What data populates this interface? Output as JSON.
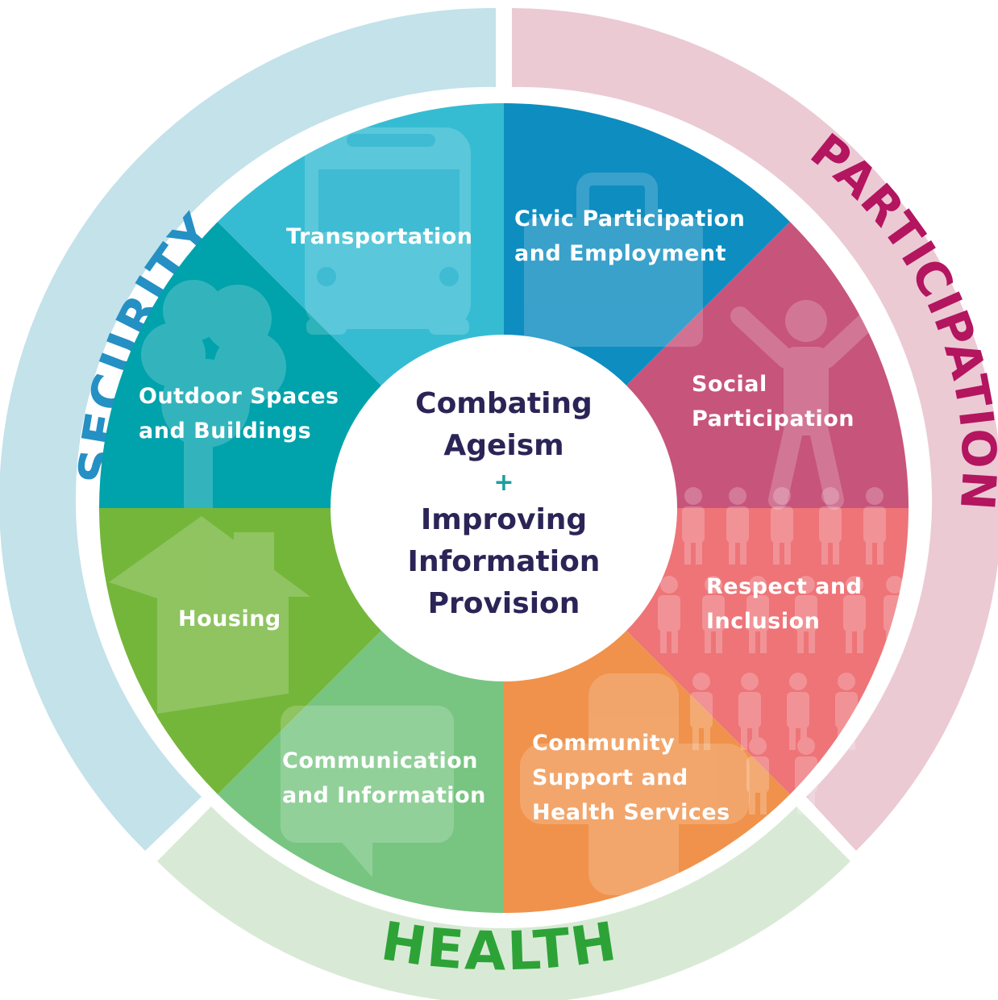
{
  "rings": {
    "security": {
      "label": "SECURITY",
      "color": "#2590c4",
      "band": "#c3e2ea"
    },
    "participation": {
      "label": "PARTICIPATION",
      "color": "#b3155f",
      "band": "#ebcad4"
    },
    "health": {
      "label": "HEALTH",
      "color": "#2da337",
      "band": "#d8ead5"
    }
  },
  "segments": [
    {
      "id": "transportation",
      "lines": [
        "Transportation"
      ],
      "color": "#0e8dc0",
      "icon": "bus-icon"
    },
    {
      "id": "civic",
      "lines": [
        "Civic Participation",
        "and Employment"
      ],
      "color": "#c7547b",
      "icon": "briefcase-icon"
    },
    {
      "id": "social",
      "lines": [
        "Social",
        "Participation"
      ],
      "color": "#ee7478",
      "icon": "person-icon"
    },
    {
      "id": "respect",
      "lines": [
        "Respect and",
        "Inclusion"
      ],
      "color": "#f0924b",
      "icon": "people-icon"
    },
    {
      "id": "community",
      "lines": [
        "Community",
        "Support and",
        "Health Services"
      ],
      "color": "#77c581",
      "icon": "medical-cross-icon"
    },
    {
      "id": "communication",
      "lines": [
        "Communication",
        "and Information"
      ],
      "color": "#74b63a",
      "icon": "speech-bubble-icon"
    },
    {
      "id": "housing",
      "lines": [
        "Housing"
      ],
      "color": "#00a2ab",
      "icon": "house-icon"
    },
    {
      "id": "outdoor",
      "lines": [
        "Outdoor Spaces",
        "and Buildings"
      ],
      "color": "#35bcd2",
      "icon": "tree-icon"
    }
  ],
  "center": {
    "line1": "Combating",
    "line2": "Ageism",
    "plus": "+",
    "line3": "Improving",
    "line4": "Information",
    "line5": "Provision"
  }
}
